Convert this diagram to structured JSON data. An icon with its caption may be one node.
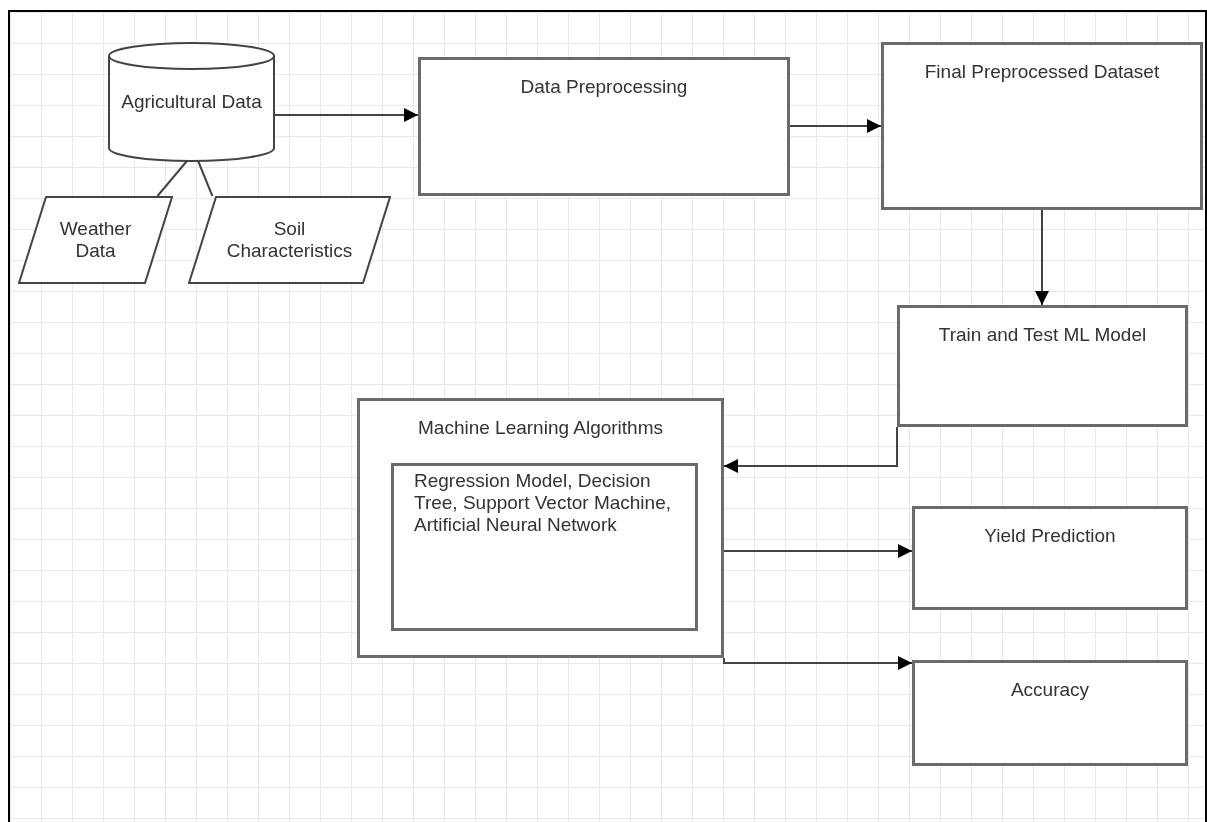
{
  "diagram": {
    "nodes": [
      {
        "text": [
          "Agricultural Data"
        ]
      },
      {
        "text": [
          "Weather Data"
        ]
      },
      {
        "text": [
          "Soil Characteristics"
        ]
      },
      {
        "text": [
          "Data Preprocessing"
        ]
      },
      {
        "text": [
          "Final Preprocessed Dataset"
        ]
      },
      {
        "text": [
          "Train and Test ML Model"
        ]
      },
      {
        "text": [
          "Machine Learning Algorithms"
        ]
      },
      {
        "text": [
          "Regression Model, Decision Tree, Support Vector Machine, Artificial Neural Network"
        ],
        "in": 6
      },
      {
        "text": [
          "Yield Prediction"
        ]
      },
      {
        "text": [
          "Accuracy"
        ]
      }
    ],
    "edges": [
      {
        "from": 1,
        "to": 0,
        "arrow": "none"
      },
      {
        "from": 2,
        "to": 0,
        "arrow": "none"
      },
      {
        "from": 0,
        "to": 3,
        "arrow": "to"
      },
      {
        "from": 3,
        "to": 4,
        "arrow": "to"
      },
      {
        "from": 4,
        "to": 5,
        "arrow": "to"
      },
      {
        "from": 5,
        "to": 6,
        "arrow": "to"
      },
      {
        "from": 6,
        "to": 8,
        "arrow": "to"
      },
      {
        "from": 6,
        "to": 9,
        "arrow": "to"
      }
    ]
  }
}
